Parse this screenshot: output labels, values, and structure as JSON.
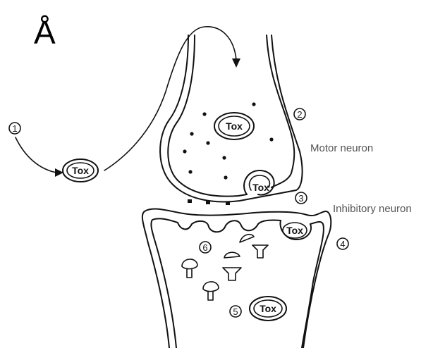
{
  "panel_label": "Å",
  "labels": {
    "motor_neuron": "Motor neuron",
    "inhibitory_neuron": "Inhibitory neuron"
  },
  "toxin_label": "Tox",
  "steps": [
    "1",
    "2",
    "3",
    "4",
    "5",
    "6"
  ]
}
